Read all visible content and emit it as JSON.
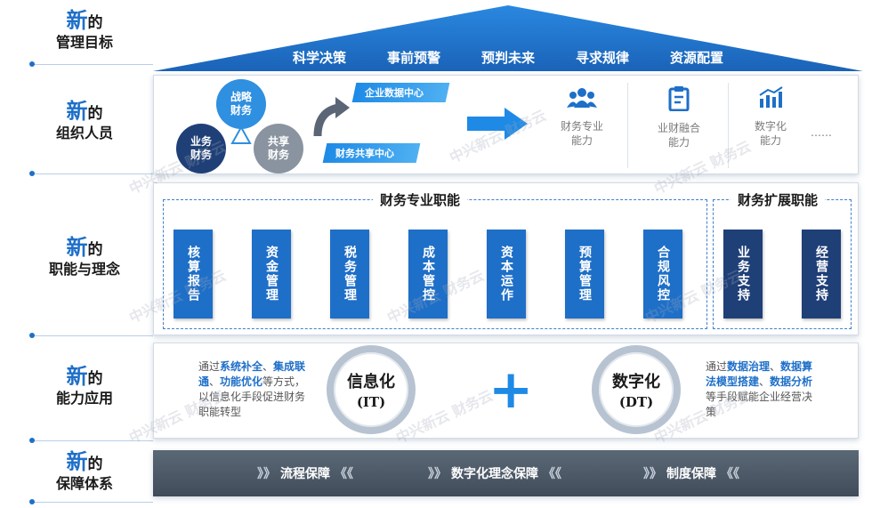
{
  "left_labels": [
    {
      "new": "新",
      "de": "的",
      "sub": "管理目标"
    },
    {
      "new": "新",
      "de": "的",
      "sub": "组织人员"
    },
    {
      "new": "新",
      "de": "的",
      "sub": "职能与理念"
    },
    {
      "new": "新",
      "de": "的",
      "sub": "能力应用"
    },
    {
      "new": "新",
      "de": "的",
      "sub": "保障体系"
    }
  ],
  "roof": {
    "items": [
      "科学决策",
      "事前预警",
      "预判未来",
      "寻求规律",
      "资源配置"
    ],
    "color": "#1e6fc8"
  },
  "org": {
    "circles": [
      {
        "label": "战略\n财务",
        "color": "#2f8fe0"
      },
      {
        "label": "业务\n财务",
        "color": "#1f3f77"
      },
      {
        "label": "共享\n财务",
        "color": "#8a94a0"
      }
    ],
    "ribbons": [
      "企业数据中心",
      "财务共享中心"
    ],
    "capabilities": [
      {
        "icon": "team-icon",
        "glyph": "👥",
        "label": "财务专业\n能力"
      },
      {
        "icon": "document-icon",
        "glyph": "📋",
        "label": "业财融合\n能力"
      },
      {
        "icon": "bar-chart-icon",
        "glyph": "📊",
        "label": "数字化\n能力"
      },
      {
        "icon": "ellipsis",
        "glyph": "",
        "label": "……"
      }
    ]
  },
  "functions": {
    "professional_title": "财务专业职能",
    "extended_title": "财务扩展职能",
    "professional": [
      "核算报告",
      "资金管理",
      "税务管理",
      "成本管控",
      "资本运作",
      "预算管理",
      "合规风控"
    ],
    "extended": [
      "业务支持",
      "经营支持"
    ],
    "colors": {
      "professional": "#1e6fc8",
      "extended": "#1f3f77"
    }
  },
  "capability": {
    "left_desc": {
      "pre": "通过",
      "hl1": "系统补全",
      "sep1": "、",
      "hl2": "集成联通",
      "sep2": "、",
      "hl3": "功能优化",
      "post": "等方式，以信息化手段促进财务职能转型"
    },
    "it": {
      "t1": "信息化",
      "t2": "(IT)"
    },
    "plus": "+",
    "dt": {
      "t1": "数字化",
      "t2": "(DT)"
    },
    "right_desc": {
      "pre": "通过",
      "hl1": "数据治理",
      "sep1": "、",
      "hl2": "数据算法模型搭建",
      "sep2": "、",
      "hl3": "数据分析",
      "post": "等手段赋能企业经营决策"
    }
  },
  "guarantee": {
    "chev_left": "》》",
    "chev_right": "《《",
    "items": [
      "流程保障",
      "数字化理念保障",
      "制度保障"
    ]
  },
  "watermark": "中兴新云 财务云"
}
